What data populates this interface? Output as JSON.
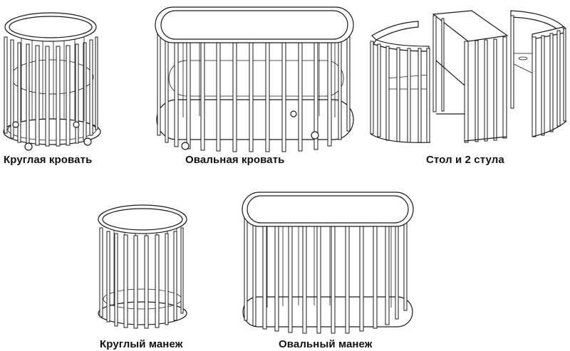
{
  "figure": {
    "items": [
      {
        "id": "round-bed",
        "caption": "Круглая кровать"
      },
      {
        "id": "oval-bed",
        "caption": "Овальная кровать"
      },
      {
        "id": "table-and-chairs",
        "caption": "Стол и 2 стула"
      },
      {
        "id": "round-playpen",
        "caption": "Круглый манеж"
      },
      {
        "id": "oval-playpen",
        "caption": "Овальный манеж"
      }
    ],
    "colors": {
      "line": "#1a1a1a",
      "background": "#ffffff"
    }
  }
}
